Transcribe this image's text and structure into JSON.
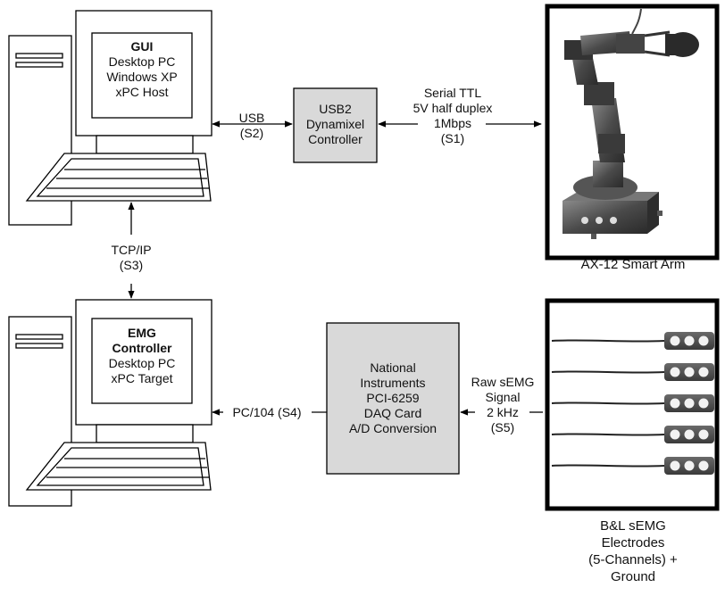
{
  "gui_pc": {
    "lines": [
      "GUI",
      "Desktop PC",
      "Windows XP",
      "xPC Host"
    ]
  },
  "emg_pc": {
    "lines": [
      "EMG",
      "Controller",
      "Desktop PC",
      "xPC Target"
    ]
  },
  "usb2_controller": {
    "lines": [
      "USB2",
      "Dynamixel",
      "Controller"
    ]
  },
  "daq_card": {
    "lines": [
      "National",
      "Instruments",
      "PCI-6259",
      "DAQ Card",
      "A/D Conversion"
    ]
  },
  "links": {
    "usb": [
      "USB",
      "(S2)"
    ],
    "serial": [
      "Serial TTL",
      "5V half duplex",
      "1Mbps",
      "(S1)"
    ],
    "tcpip": [
      "TCP/IP",
      "(S3)"
    ],
    "pc104": "PC/104 (S4)",
    "semg": [
      "Raw sEMG",
      "Signal",
      "2 kHz",
      "(S5)"
    ]
  },
  "robot_arm": {
    "caption": "AX-12 Smart Arm"
  },
  "electrodes": {
    "caption": [
      "B&L sEMG",
      "Electrodes",
      "(5-Channels) +",
      "Ground"
    ],
    "channel_count": 5
  },
  "colors": {
    "box_fill": "#d9d9d9",
    "line": "#000000",
    "arm_dark": "#3a3a3a",
    "arm_mid": "#6d6d6d"
  }
}
